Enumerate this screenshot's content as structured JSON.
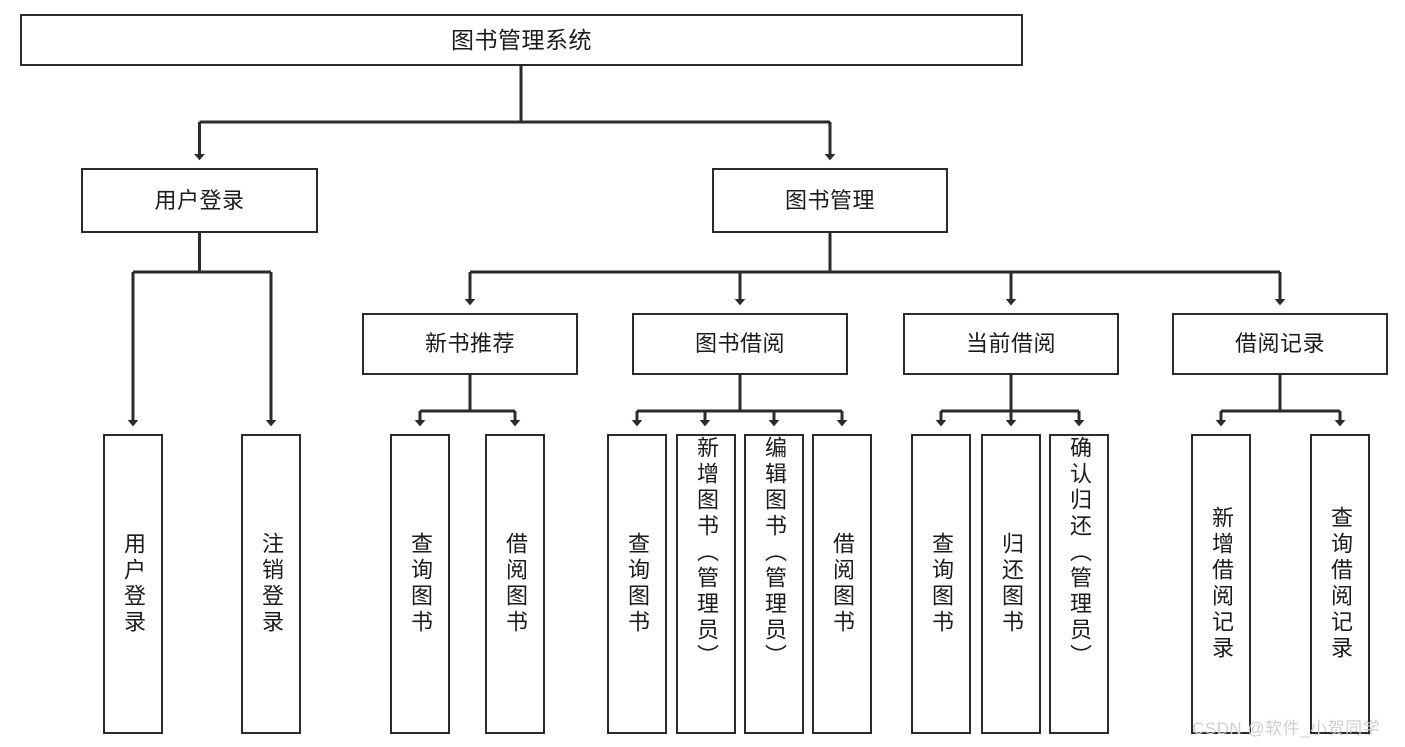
{
  "diagram": {
    "type": "tree-hierarchy",
    "title": "图书管理系统",
    "colors": {
      "box_border": "#2b2b2b",
      "box_fill": "#ffffff",
      "edge": "#2b2b2b",
      "text": "#1b1b1b",
      "watermark": "#cfcfcf"
    },
    "root": {
      "label": "图书管理系统"
    },
    "level2": [
      {
        "label": "用户登录"
      },
      {
        "label": "图书管理"
      }
    ],
    "level3": [
      {
        "label": "新书推荐"
      },
      {
        "label": "图书借阅"
      },
      {
        "label": "当前借阅"
      },
      {
        "label": "借阅记录"
      }
    ],
    "leaves": {
      "user_login": [
        {
          "label": "用户登录"
        },
        {
          "label": "注销登录"
        }
      ],
      "new_book": [
        {
          "label": "查询图书"
        },
        {
          "label": "借阅图书"
        }
      ],
      "book_borrow": [
        {
          "label": "查询图书"
        },
        {
          "label": "新增图书（管理员）"
        },
        {
          "label": "编辑图书（管理员）"
        },
        {
          "label": "借阅图书"
        }
      ],
      "current_borrow": [
        {
          "label": "查询图书"
        },
        {
          "label": "归还图书"
        },
        {
          "label": "确认归还（管理员）"
        }
      ],
      "borrow_record": [
        {
          "label": "新增借阅记录"
        },
        {
          "label": "查询借阅记录"
        }
      ]
    }
  },
  "watermark": {
    "text": "CSDN @软件_小贺同学"
  }
}
